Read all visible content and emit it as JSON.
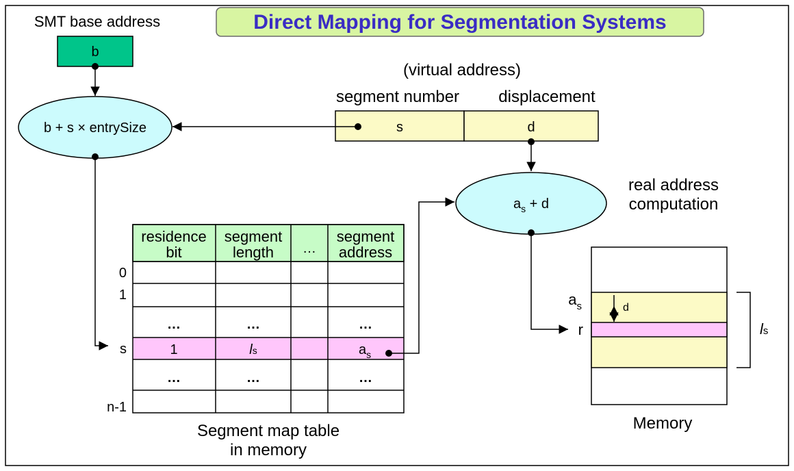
{
  "title": "Direct Mapping for Segmentation Systems",
  "smt_base": {
    "label": "SMT base address",
    "register": "b"
  },
  "index_calc": "b + s × entrySize",
  "virtual_address": {
    "caption": "(virtual address)",
    "segment_number_label": "segment number",
    "displacement_label": "displacement",
    "s": "s",
    "d": "d"
  },
  "adder": {
    "a": "a",
    "sub": "s",
    "rest": " + d"
  },
  "real_address_label": [
    "real address",
    "computation"
  ],
  "smt": {
    "headers": [
      [
        "residence",
        "bit"
      ],
      [
        "segment",
        "length"
      ],
      [
        "…"
      ],
      [
        "segment",
        "address"
      ]
    ],
    "row_labels": [
      "0",
      "1",
      "",
      "s",
      "",
      "n-1"
    ],
    "ellipsis": "…",
    "highlight": {
      "bit": "1",
      "len_l": "l",
      "len_sub": "s",
      "addr_a": "a",
      "addr_sub": "s"
    },
    "caption": [
      "Segment map table",
      "in memory"
    ]
  },
  "memory": {
    "caption": "Memory",
    "as_a": "a",
    "as_sub": "s",
    "d": "d",
    "r": "r",
    "ls_l": "l",
    "ls_sub": "s"
  },
  "colors": {
    "title_text": "#3a2cc4",
    "title_fill": "#d8f5a2",
    "register_fill": "#00c58a",
    "ellipse_fill": "#ccfbfd",
    "va_fill": "#fcfac6",
    "header_fill": "#c7fcc7",
    "highlight_fill": "#ffc6fb",
    "segment_fill": "#fcfac6"
  }
}
